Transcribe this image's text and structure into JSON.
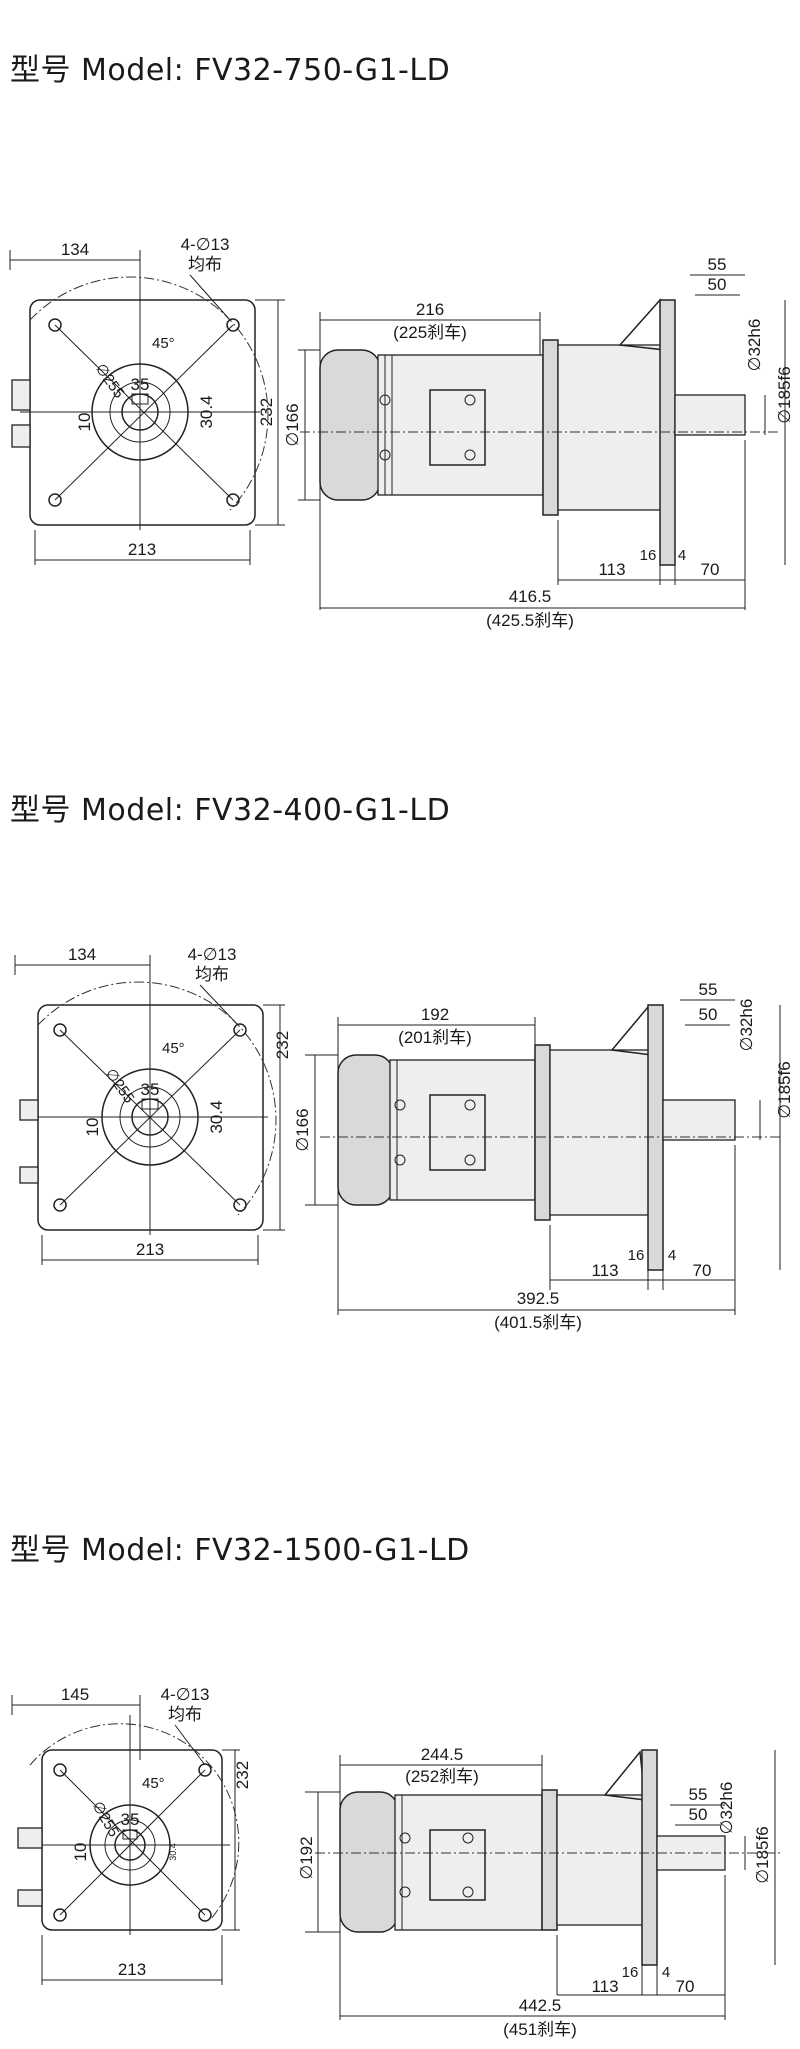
{
  "models": [
    {
      "title": "型号 Model: FV32-750-G1-LD",
      "front": {
        "width": "134",
        "holes": "4-∅13",
        "holes_note": "均布",
        "pcd": "∅255",
        "angle": "45°",
        "key_w": "10",
        "shaft": "35",
        "key_h": "30.4",
        "height": "232",
        "base": "213"
      },
      "side": {
        "motor_len": "216",
        "motor_len_brake": "(225刹车)",
        "motor_dia": "∅166",
        "shaft_len": "55",
        "key_len": "50",
        "shaft_dia": "∅32h6",
        "flange_dia": "∅185f6",
        "d16": "16",
        "d4": "4",
        "d113": "113",
        "d70": "70",
        "total": "416.5",
        "total_brake": "(425.5刹车)"
      }
    },
    {
      "title": "型号 Model: FV32-400-G1-LD",
      "front": {
        "width": "134",
        "holes": "4-∅13",
        "holes_note": "均布",
        "pcd": "∅255",
        "angle": "45°",
        "key_w": "10",
        "shaft": "35",
        "key_h": "30.4",
        "height": "232",
        "base": "213"
      },
      "side": {
        "motor_len": "192",
        "motor_len_brake": "(201刹车)",
        "motor_dia": "∅166",
        "shaft_len": "55",
        "key_len": "50",
        "shaft_dia": "∅32h6",
        "flange_dia": "∅185f6",
        "d16": "16",
        "d4": "4",
        "d113": "113",
        "d70": "70",
        "total": "392.5",
        "total_brake": "(401.5刹车)"
      }
    },
    {
      "title": "型号 Model: FV32-1500-G1-LD",
      "front": {
        "width": "145",
        "holes": "4-∅13",
        "holes_note": "均布",
        "pcd": "∅255",
        "angle": "45°",
        "key_w": "10",
        "shaft": "35",
        "key_h": "30.4",
        "height": "232",
        "base": "213"
      },
      "side": {
        "motor_len": "244.5",
        "motor_len_brake": "(252刹车)",
        "motor_dia": "∅192",
        "shaft_len": "55",
        "key_len": "50",
        "shaft_dia": "∅32h6",
        "flange_dia": "∅185f6",
        "d16": "16",
        "d4": "4",
        "d113": "113",
        "d70": "70",
        "total": "442.5",
        "total_brake": "(451刹车)"
      }
    }
  ]
}
